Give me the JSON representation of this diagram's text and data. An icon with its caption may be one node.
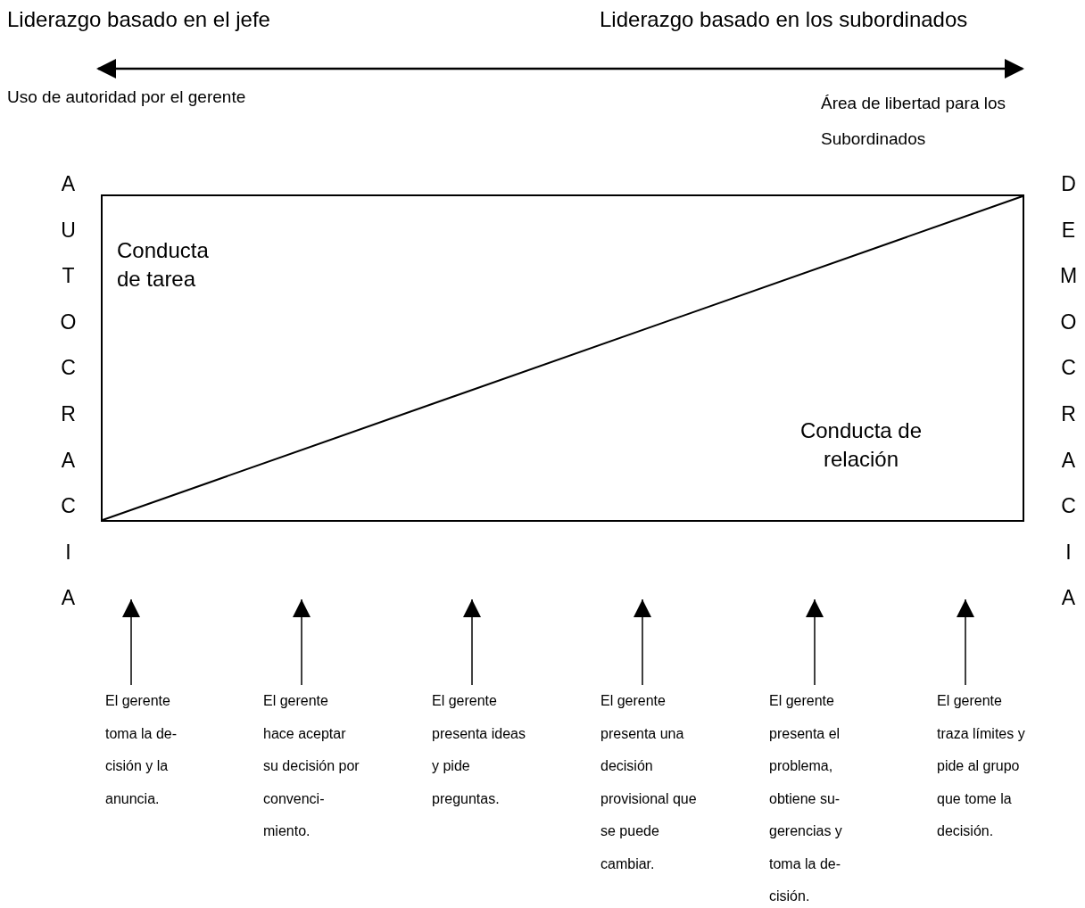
{
  "diagram": {
    "nodes": [
      {
        "text": [
          "Conducta de tarea",
          "Conducta de relación"
        ]
      },
      {
        "text": [
          "El gerente toma la de- cisión y la anuncia."
        ]
      },
      {
        "text": [
          "El gerente hace aceptar su decisión por convenci- miento."
        ]
      },
      {
        "text": [
          "El gerente presenta ideas y pide preguntas."
        ]
      },
      {
        "text": [
          "El gerente presenta una decisión provisional que se puede cambiar."
        ]
      },
      {
        "text": [
          "El gerente presenta el problema, obtiene su- gerencias y toma la de- cisión."
        ]
      },
      {
        "text": [
          "El gerente traza límites y pide al grupo que tome la decisión."
        ]
      }
    ],
    "edges": [
      {
        "from": 1,
        "to": null,
        "arrow": "to"
      },
      {
        "from": 2,
        "to": null,
        "arrow": "to"
      },
      {
        "from": 3,
        "to": null,
        "arrow": "to"
      },
      {
        "from": 4,
        "to": null,
        "arrow": "to"
      },
      {
        "from": 5,
        "to": null,
        "arrow": "to"
      },
      {
        "from": 6,
        "to": null,
        "arrow": "to"
      }
    ],
    "labels": [
      "Liderazgo basado en el jefe",
      "Liderazgo basado en los subordinados",
      "Uso de autoridad por el gerente",
      "Área de libertad para los Subordinados",
      "AUTOCRACIA",
      "DEMOCRACIA"
    ]
  }
}
